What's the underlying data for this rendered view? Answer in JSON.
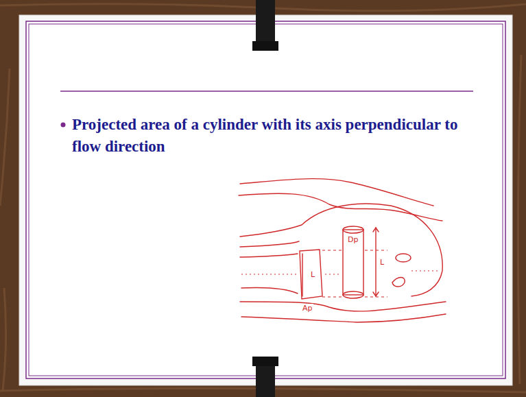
{
  "diagram": {
    "labels": [
      "Projected area of a cylinder with its axis perpendicular to flow direction",
      "L",
      "Ap",
      "Dp",
      "L"
    ]
  }
}
